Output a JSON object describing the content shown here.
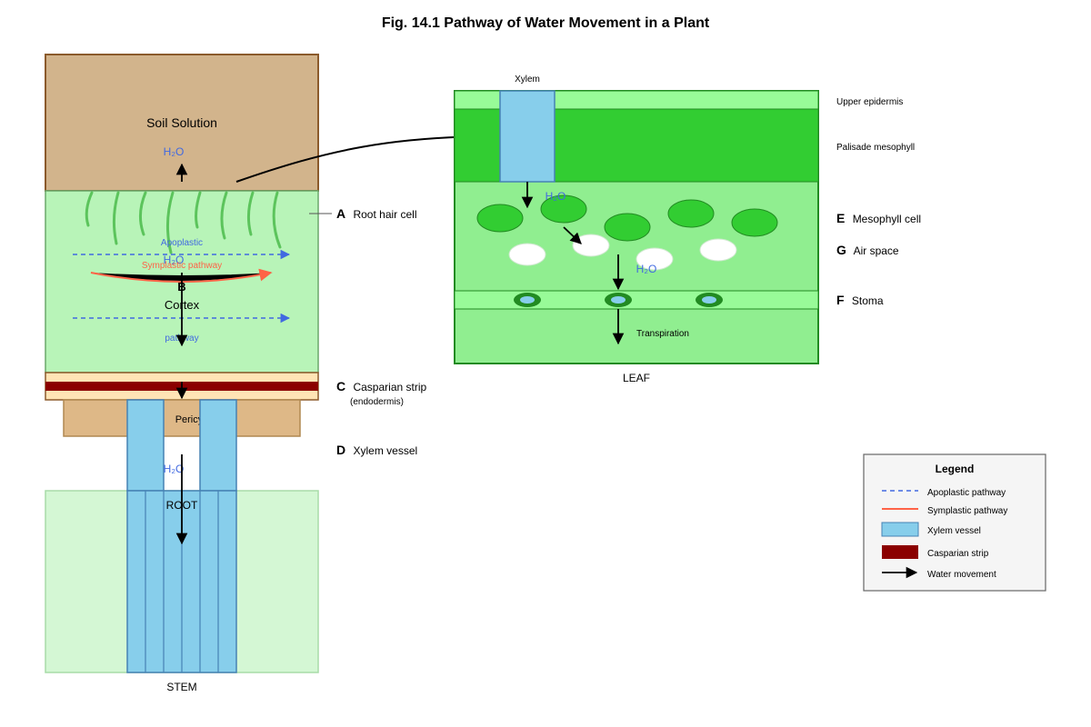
{
  "title": "Fig. 14.1 Pathway of Water Movement in a Plant",
  "root": {
    "soil_label": "Soil Solution",
    "h2o": "H₂O",
    "apoplastic_label": "Apoplastic",
    "symplastic_label": "Symplastic pathway",
    "b_label": "B",
    "cortex_label": "Cortex",
    "pathway_label": "pathway",
    "pericycle_label": "Pericycle",
    "root_label": "ROOT",
    "stem_label": "STEM"
  },
  "leaf": {
    "xylem_label": "Xylem",
    "upper_epidermis": "Upper epidermis",
    "palisade": "Palisade mesophyll",
    "h2o": "H₂O",
    "transpiration": "Transpiration",
    "leaf_label": "LEAF"
  },
  "callouts": [
    {
      "letter": "A",
      "text": "Root hair cell"
    },
    {
      "letter": "C",
      "text": "Casparian strip",
      "sub": "(endodermis)"
    },
    {
      "letter": "D",
      "text": "Xylem vessel"
    },
    {
      "letter": "E",
      "text": "Mesophyll cell"
    },
    {
      "letter": "G",
      "text": "Air space"
    },
    {
      "letter": "F",
      "text": "Stoma"
    }
  ],
  "legend": {
    "title": "Legend",
    "items": [
      {
        "label": "Apoplastic pathway",
        "icon": "dashed-line"
      },
      {
        "label": "Symplastic pathway",
        "icon": "red-line"
      },
      {
        "label": "Xylem vessel",
        "icon": "blue-box"
      },
      {
        "label": "Casparian strip",
        "icon": "darkred-box"
      },
      {
        "label": "Water movement",
        "icon": "arrow"
      }
    ]
  },
  "colors": {
    "soil": "#d2b48c",
    "cortex": "#b8f4b8",
    "xylem": "#87ceeb",
    "casparian": "#8b0000",
    "mesophyll": "#32cd32",
    "leaf_bg": "#90ee90",
    "apoplastic": "#4169e1",
    "symplastic": "#ff6347"
  }
}
